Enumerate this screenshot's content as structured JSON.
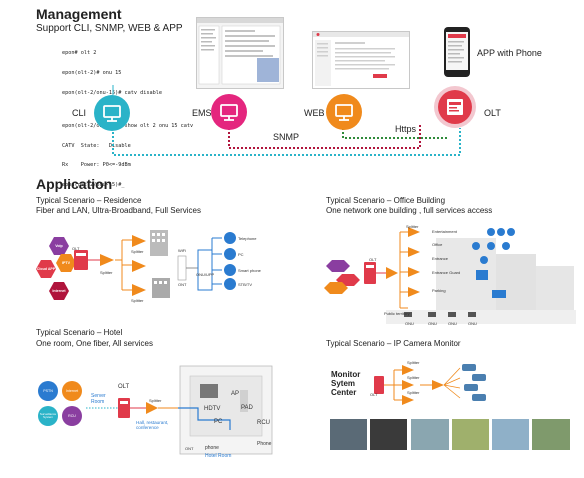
{
  "management": {
    "title": "Management",
    "subtitle": "Support CLI, SNMP, WEB & APP",
    "cli_lines": [
      "epon# olt 2",
      "epon(olt-2)# onu 15",
      "epon(olt-2/onu-15)# catv disable",
      "",
      "epon(olt-2/onu-15)# show olt 2 onu 15 catv",
      "CATV  State:   Disable",
      "Rx    Power: P0<=-9dBm",
      "epon(olt-2/onu-15)#_"
    ],
    "nodes": {
      "cli": "CLI",
      "ems": "EMS",
      "web": "WEB",
      "olt": "OLT"
    },
    "app_label": "APP with Phone",
    "snmp_label": "SNMP",
    "https_label": "Https"
  },
  "application": {
    "title": "Application",
    "residence": {
      "line1": "Typical Scenario – Residence",
      "line2": "Fiber and LAN, Ultra-Broadband, Full Services",
      "hexes": [
        "Voip",
        "Cloud APP",
        "IPTV",
        "Internet"
      ],
      "olt": "OLT",
      "splitter1": "Splitter",
      "splitter2": "Splitter",
      "splitter3": "Splitter",
      "wifi": "WiFi",
      "ont": "ONT",
      "switch": "ONU/UPP",
      "devices": [
        "Telephone",
        "PC",
        "Smart phone",
        "STB/TV"
      ]
    },
    "office": {
      "line1": "Typical Scenario – Office Building",
      "line2": "One network one building , full services access",
      "olt": "OLT",
      "splitter": "Splitter",
      "items": [
        "Entertainment",
        "Office",
        "Entrance",
        "Entrance Guard",
        "Parking"
      ],
      "bottom": "Public territory",
      "onus": [
        "ONU",
        "ONU",
        "ONU",
        "ONU"
      ]
    },
    "hotel": {
      "line1": "Typical Scenario – Hotel",
      "line2": "One room, One fiber, All services",
      "circles": [
        "PSTN",
        "Internet",
        "Surveillance System",
        "RCU"
      ],
      "olt": "OLT",
      "server_room": "Server\nRoom",
      "splitter": "Splitter",
      "hall": "Hall, restaurant,\nconference",
      "ap": "AP",
      "hdtv": "HDTV",
      "pad": "PAD",
      "pc": "PC",
      "rcu": "RCU",
      "phone1": "phone",
      "phone2": "Phone",
      "ont": "ONT",
      "hotel_room": "Hotel Room"
    },
    "camera": {
      "line1": "Typical Scenario – IP Camera Monitor",
      "center": "Monitor\nSytem\nCenter",
      "olt": "OLT",
      "splitters": [
        "Splitter",
        "Splitter",
        "Splitter"
      ]
    }
  },
  "colors": {
    "teal": "#2ab3c8",
    "magenta": "#e4267e",
    "orange": "#f08a1c",
    "red": "#e03a4a",
    "purple": "#8a3ea0",
    "dark_red": "#b0143c",
    "blue": "#2a7bd0"
  }
}
